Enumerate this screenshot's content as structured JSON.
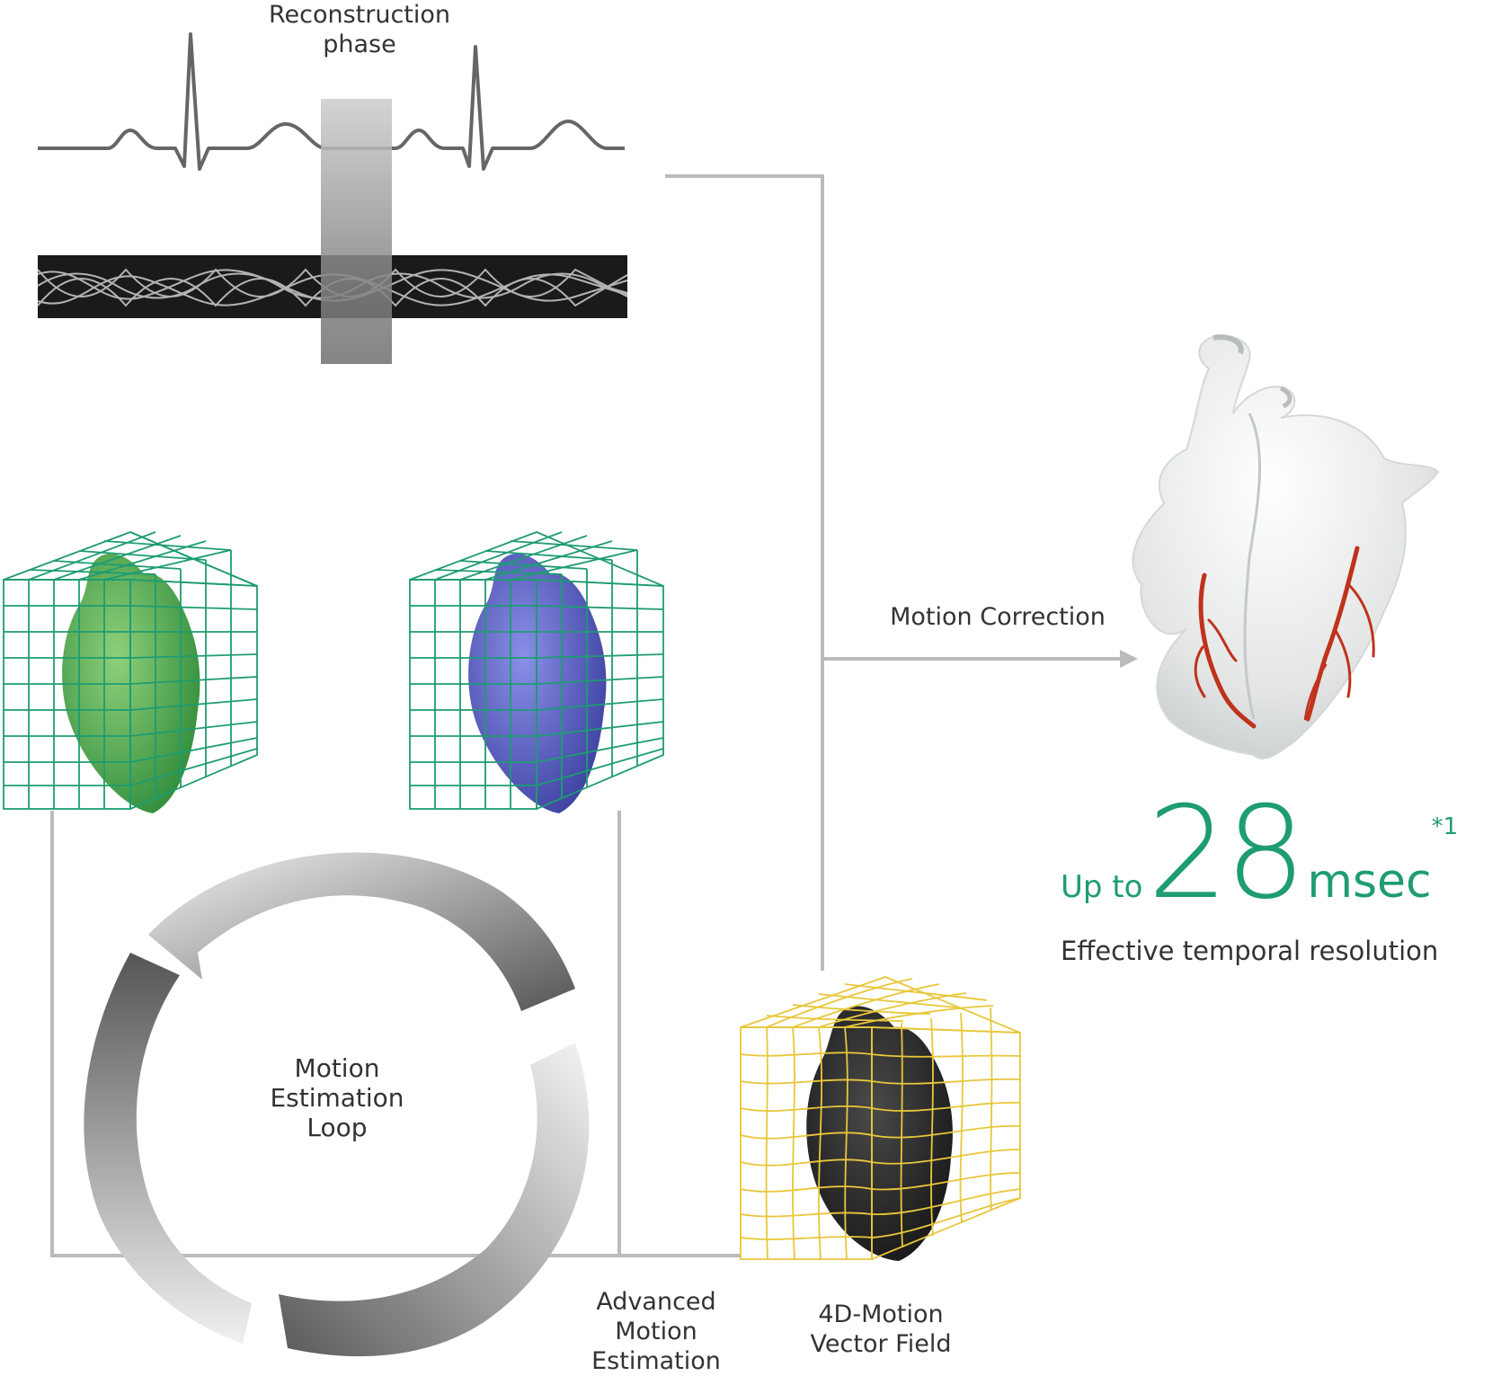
{
  "labels": {
    "reconstruction_phase": "Reconstruction\nphase",
    "motion_correction": "Motion Correction",
    "motion_estimation_loop": "Motion\nEstimation\nLoop",
    "advanced_motion_estimation": "Advanced\nMotion\nEstimation",
    "motion_vector_field": "4D-Motion\nVector Field"
  },
  "spec": {
    "prefix": "Up to",
    "value": "28",
    "unit": "msec",
    "footnote": "*1",
    "caption": "Effective temporal resolution"
  },
  "colors": {
    "accent_green": "#1e9c72",
    "grid_green": "#1e9c72",
    "grid_yellow": "#e8c73a",
    "heart_green": "#4caf50",
    "heart_blue": "#5b5fc7",
    "heart_dark": "#2a2a2a",
    "vessel_red": "#c0321b",
    "connector_gray": "#bbbbbb"
  }
}
